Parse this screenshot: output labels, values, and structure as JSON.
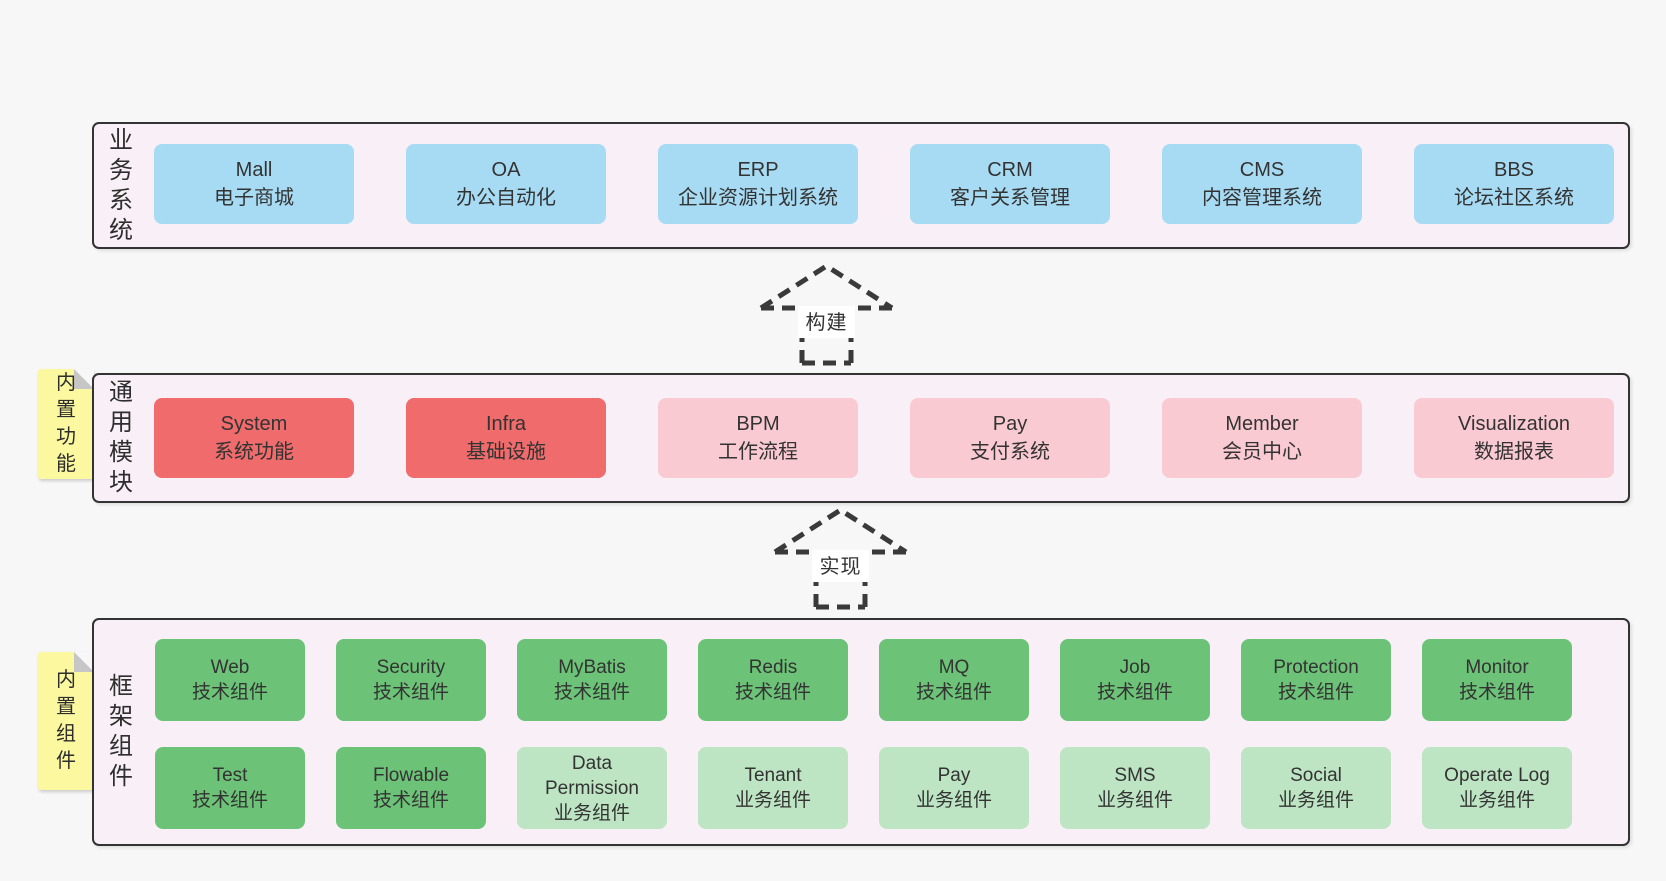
{
  "diagram": {
    "colors": {
      "pageBg": "#f7f7f7",
      "panelBg": "#f8eff7",
      "border": "#333333",
      "sticky": "#fbf8a0",
      "blue": "#a7dbf3",
      "red": "#f06b6b",
      "pink": "#facad3",
      "green": "#6cc377",
      "lightGreen": "#bee5c3"
    },
    "sections": [
      {
        "id": "business-systems",
        "side_label": "业务系统",
        "sticky_note": null,
        "rows": [
          [
            {
              "title": "Mall",
              "subtitle": "电子商城",
              "variant": "blue"
            },
            {
              "title": "OA",
              "subtitle": "办公自动化",
              "variant": "blue"
            },
            {
              "title": "ERP",
              "subtitle": "企业资源计划系统",
              "variant": "blue"
            },
            {
              "title": "CRM",
              "subtitle": "客户关系管理",
              "variant": "blue"
            },
            {
              "title": "CMS",
              "subtitle": "内容管理系统",
              "variant": "blue"
            },
            {
              "title": "BBS",
              "subtitle": "论坛社区系统",
              "variant": "blue"
            }
          ]
        ]
      },
      {
        "id": "common-modules",
        "side_label": "通用模块",
        "sticky_note": "内置功能",
        "rows": [
          [
            {
              "title": "System",
              "subtitle": "系统功能",
              "variant": "red"
            },
            {
              "title": "Infra",
              "subtitle": "基础设施",
              "variant": "red"
            },
            {
              "title": "BPM",
              "subtitle": "工作流程",
              "variant": "pink"
            },
            {
              "title": "Pay",
              "subtitle": "支付系统",
              "variant": "pink"
            },
            {
              "title": "Member",
              "subtitle": "会员中心",
              "variant": "pink"
            },
            {
              "title": "Visualization",
              "subtitle": "数据报表",
              "variant": "pink"
            }
          ]
        ]
      },
      {
        "id": "framework-components",
        "side_label": "框架组件",
        "sticky_note": "内置组件",
        "rows": [
          [
            {
              "title": "Web",
              "subtitle": "技术组件",
              "variant": "green"
            },
            {
              "title": "Security",
              "subtitle": "技术组件",
              "variant": "green"
            },
            {
              "title": "MyBatis",
              "subtitle": "技术组件",
              "variant": "green"
            },
            {
              "title": "Redis",
              "subtitle": "技术组件",
              "variant": "green"
            },
            {
              "title": "MQ",
              "subtitle": "技术组件",
              "variant": "green"
            },
            {
              "title": "Job",
              "subtitle": "技术组件",
              "variant": "green"
            },
            {
              "title": "Protection",
              "subtitle": "技术组件",
              "variant": "green"
            },
            {
              "title": "Monitor",
              "subtitle": "技术组件",
              "variant": "green"
            }
          ],
          [
            {
              "title": "Test",
              "subtitle": "技术组件",
              "variant": "green"
            },
            {
              "title": "Flowable",
              "subtitle": "技术组件",
              "variant": "green"
            },
            {
              "title": "Data Permission",
              "subtitle": "业务组件",
              "variant": "lightGreen"
            },
            {
              "title": "Tenant",
              "subtitle": "业务组件",
              "variant": "lightGreen"
            },
            {
              "title": "Pay",
              "subtitle": "业务组件",
              "variant": "lightGreen"
            },
            {
              "title": "SMS",
              "subtitle": "业务组件",
              "variant": "lightGreen"
            },
            {
              "title": "Social",
              "subtitle": "业务组件",
              "variant": "lightGreen"
            },
            {
              "title": "Operate Log",
              "subtitle": "业务组件",
              "variant": "lightGreen"
            }
          ]
        ]
      }
    ],
    "arrows": [
      {
        "label": "构建"
      },
      {
        "label": "实现"
      }
    ]
  }
}
